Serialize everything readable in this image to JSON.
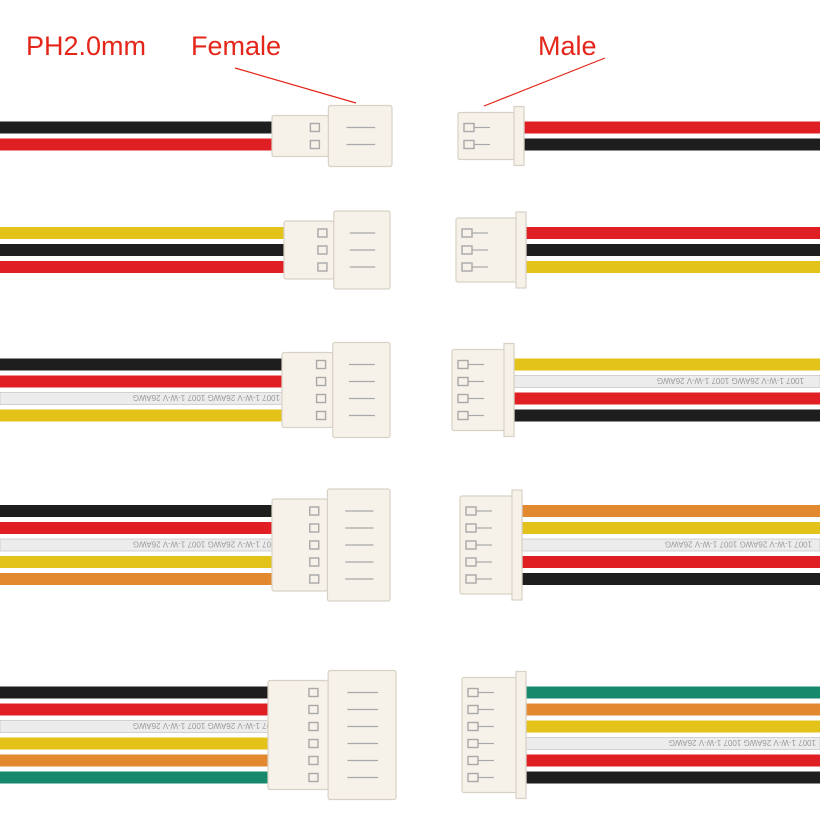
{
  "labels": {
    "series": "PH2.0mm",
    "female": "Female",
    "male": "Male"
  },
  "colors": {
    "label": "#e32619",
    "wire_black": "#1e1e1e",
    "wire_red": "#e01f25",
    "wire_yellow": "#e3c21a",
    "wire_white": "#ececec",
    "wire_orange": "#e2882f",
    "wire_green": "#16896c",
    "housing": "#f6f2ea",
    "housing_shadow": "#d8d2c6",
    "pin": "#a9a9a9"
  },
  "wire_print": "1007 1-W-V 26AWG",
  "cables": [
    {
      "pins": 2,
      "female_wires": [
        "black",
        "red"
      ],
      "male_wires": [
        "red",
        "black"
      ]
    },
    {
      "pins": 3,
      "female_wires": [
        "yellow",
        "black",
        "red"
      ],
      "male_wires": [
        "red",
        "black",
        "yellow"
      ]
    },
    {
      "pins": 4,
      "female_wires": [
        "black",
        "red",
        "white",
        "yellow"
      ],
      "male_wires": [
        "yellow",
        "white",
        "red",
        "black"
      ]
    },
    {
      "pins": 5,
      "female_wires": [
        "black",
        "red",
        "white",
        "yellow",
        "orange"
      ],
      "male_wires": [
        "orange",
        "yellow",
        "white",
        "red",
        "black"
      ]
    },
    {
      "pins": 6,
      "female_wires": [
        "black",
        "red",
        "white",
        "yellow",
        "orange",
        "green"
      ],
      "male_wires": [
        "green",
        "orange",
        "yellow",
        "white",
        "red",
        "black"
      ]
    }
  ]
}
